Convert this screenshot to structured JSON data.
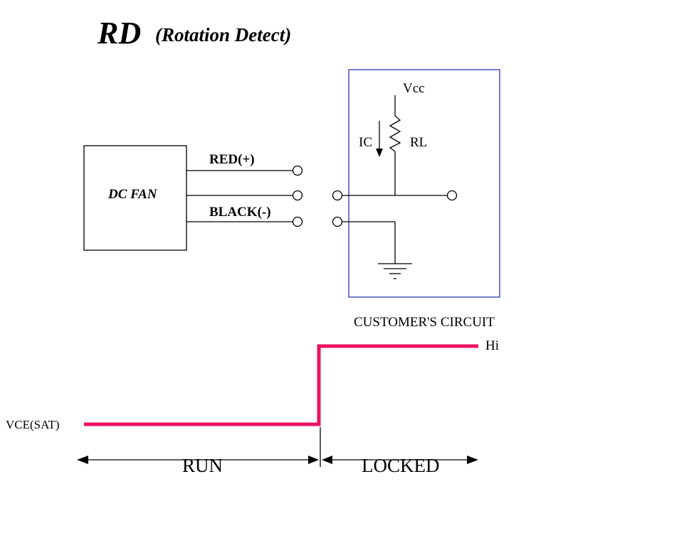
{
  "title": {
    "main": "RD",
    "sub": "(Rotation Detect)"
  },
  "colors": {
    "accent": "#ED1164",
    "circuit_box": "#3943B5",
    "line": "#000000"
  },
  "dc_fan": {
    "label": "DC FAN",
    "red_wire_label": "RED(+)",
    "black_wire_label": "BLACK(-)"
  },
  "customer_circuit": {
    "caption": "CUSTOMER'S CIRCUIT",
    "vcc_label": "Vcc",
    "current_label": "IC",
    "resistor_label": "RL"
  },
  "waveform": {
    "low_label": "VCE(SAT)",
    "high_label": "Hi",
    "phase_run": "RUN",
    "phase_locked": "LOCKED"
  }
}
